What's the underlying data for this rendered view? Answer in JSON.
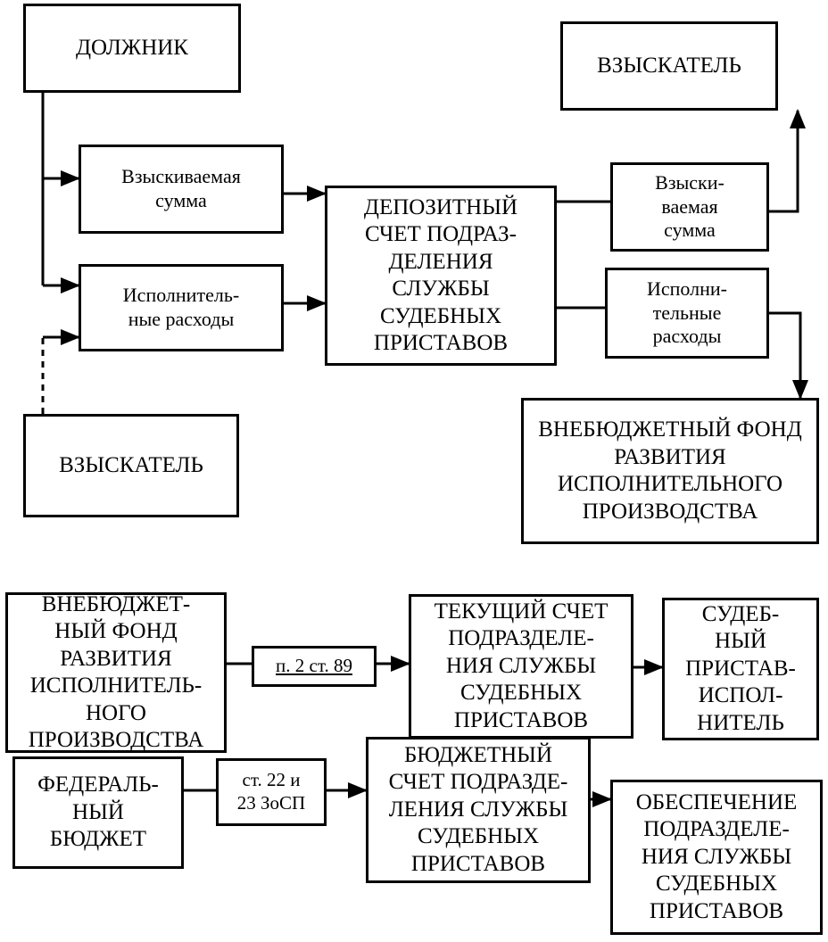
{
  "nodes": {
    "debtor": "ДОЛЖНИК",
    "collector_top": "ВЗЫСКАТЕЛЬ",
    "sum_in": "Взыскиваемая\nсумма",
    "deposit": "ДЕПОЗИТНЫЙ\nСЧЕТ ПОДРАЗ-\nДЕЛЕНИЯ\nСЛУЖБЫ\nСУДЕБНЫХ\nПРИСТАВОВ",
    "sum_out": "Взыски-\nваемая\nсумма",
    "expenses_in": "Исполнитель-\nные расходы",
    "expenses_out": "Исполни-\nтельные\nрасходы",
    "collector_bottom": "ВЗЫСКАТЕЛЬ",
    "fund_right": "ВНЕБЮДЖЕТНЫЙ ФОНД\nРАЗВИТИЯ\nИСПОЛНИТЕЛЬНОГО\nПРОИЗВОДСТВА",
    "fund_left": "ВНЕБЮДЖЕТ-\nНЫЙ ФОНД\nРАЗВИТИЯ\nИСПОЛНИТЕЛЬ-\nНОГО\nПРОИЗВОДСТВА",
    "ref_89": "п. 2 ст. 89",
    "current_account": "ТЕКУЩИЙ СЧЕТ\nПОДРАЗДЕЛЕ-\nНИЯ СЛУЖБЫ\nСУДЕБНЫХ\nПРИСТАВОВ",
    "bailiff": "СУДЕБ-\nНЫЙ\nПРИСТАВ-\nИСПОЛ-\nНИТЕЛЬ",
    "federal_budget": "ФЕДЕРАЛЬ-\nНЫЙ\nБЮДЖЕТ",
    "ref_22": "ст. 22 и\n23 ЗоСП",
    "budget_account": "БЮДЖЕТНЫЙ\nСЧЕТ ПОДРАЗДЕ-\nЛЕНИЯ СЛУЖБЫ\nСУДЕБНЫХ\nПРИСТАВОВ",
    "support": "ОБЕСПЕЧЕНИЕ\nПОДРАЗДЕЛЕ-\nНИЯ СЛУЖБЫ\nСУДЕБНЫХ\nПРИСТАВОВ"
  },
  "colors": {
    "line": "#000000",
    "background": "#ffffff"
  }
}
